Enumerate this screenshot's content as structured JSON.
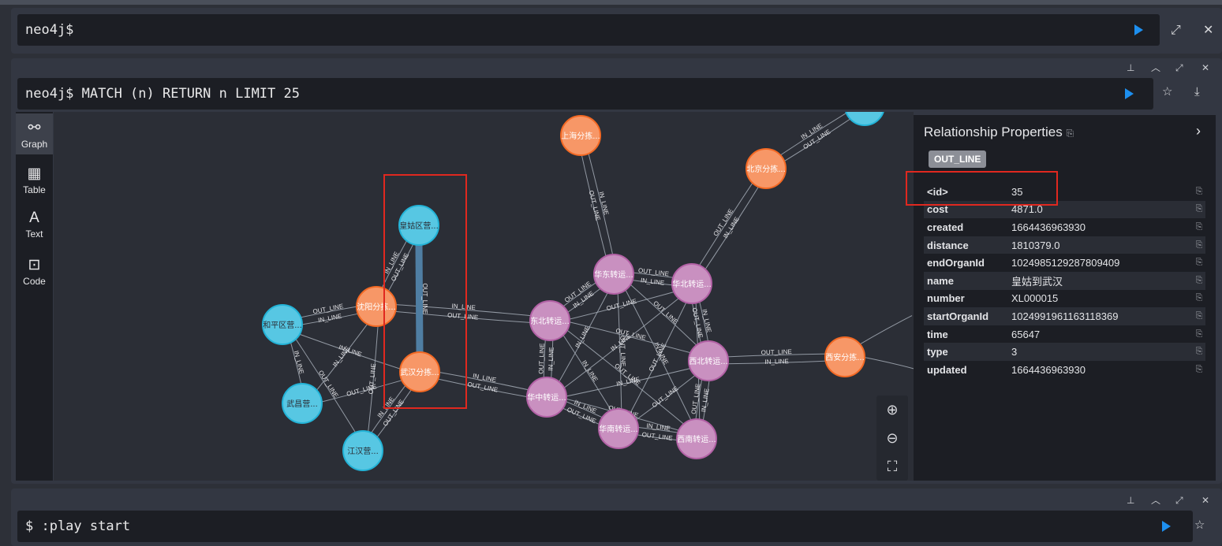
{
  "top_editor": {
    "prompt": "neo4j$"
  },
  "frame": {
    "query": "neo4j$ MATCH (n) RETURN n LIMIT 25",
    "sidebar": [
      {
        "label": "Graph",
        "icon": "graph-icon"
      },
      {
        "label": "Table",
        "icon": "table-icon"
      },
      {
        "label": "Text",
        "icon": "text-icon"
      },
      {
        "label": "Code",
        "icon": "code-icon"
      }
    ],
    "graph": {
      "nodes": [
        {
          "id": "shanghai",
          "label": "上海分拣...",
          "kind": "orange"
        },
        {
          "id": "beijing",
          "label": "北京分拣...",
          "kind": "orange"
        },
        {
          "id": "blue_top",
          "label": "",
          "kind": "blue"
        },
        {
          "id": "huanggu",
          "label": "皇姑区营...",
          "kind": "blue"
        },
        {
          "id": "shenyang",
          "label": "沈阳分拣...",
          "kind": "orange"
        },
        {
          "id": "heping",
          "label": "和平区营...",
          "kind": "blue"
        },
        {
          "id": "wuhan",
          "label": "武汉分拣...",
          "kind": "orange"
        },
        {
          "id": "wuchang",
          "label": "武昌营...",
          "kind": "blue"
        },
        {
          "id": "jianghan",
          "label": "江汉营...",
          "kind": "blue"
        },
        {
          "id": "huadong",
          "label": "华东转运...",
          "kind": "purple"
        },
        {
          "id": "huabei",
          "label": "华北转运...",
          "kind": "purple"
        },
        {
          "id": "dongbei",
          "label": "东北转运...",
          "kind": "purple"
        },
        {
          "id": "xibei",
          "label": "西北转运...",
          "kind": "purple"
        },
        {
          "id": "xian",
          "label": "西安分拣...",
          "kind": "orange"
        },
        {
          "id": "huazhong",
          "label": "华中转运...",
          "kind": "purple"
        },
        {
          "id": "huanan",
          "label": "华南转运...",
          "kind": "purple"
        },
        {
          "id": "xinan",
          "label": "西南转运...",
          "kind": "purple"
        }
      ],
      "edge_labels": [
        "IN_LINE",
        "OUT_LINE"
      ],
      "colors": {
        "orange": "#f79767",
        "blue": "#57c7e3",
        "purple": "#c990c0",
        "selected_edge": "#4f7ea3",
        "edge": "#a5abb6"
      }
    },
    "properties": {
      "title": "Relationship Properties",
      "type_badge": "OUT_LINE",
      "rows": [
        {
          "key": "<id>",
          "value": "35"
        },
        {
          "key": "cost",
          "value": "4871.0"
        },
        {
          "key": "created",
          "value": "1664436963930"
        },
        {
          "key": "distance",
          "value": "1810379.0"
        },
        {
          "key": "endOrganId",
          "value": "1024985129287809409"
        },
        {
          "key": "name",
          "value": "皇姑到武汉"
        },
        {
          "key": "number",
          "value": "XL000015"
        },
        {
          "key": "startOrganId",
          "value": "1024991961163118369"
        },
        {
          "key": "time",
          "value": "65647"
        },
        {
          "key": "type",
          "value": "3"
        },
        {
          "key": "updated",
          "value": "1664436963930"
        }
      ]
    }
  },
  "bottom_editor": {
    "prompt": "$ :play start"
  },
  "accent_color": "#1d8fef",
  "highlight_color": "#e0281f"
}
